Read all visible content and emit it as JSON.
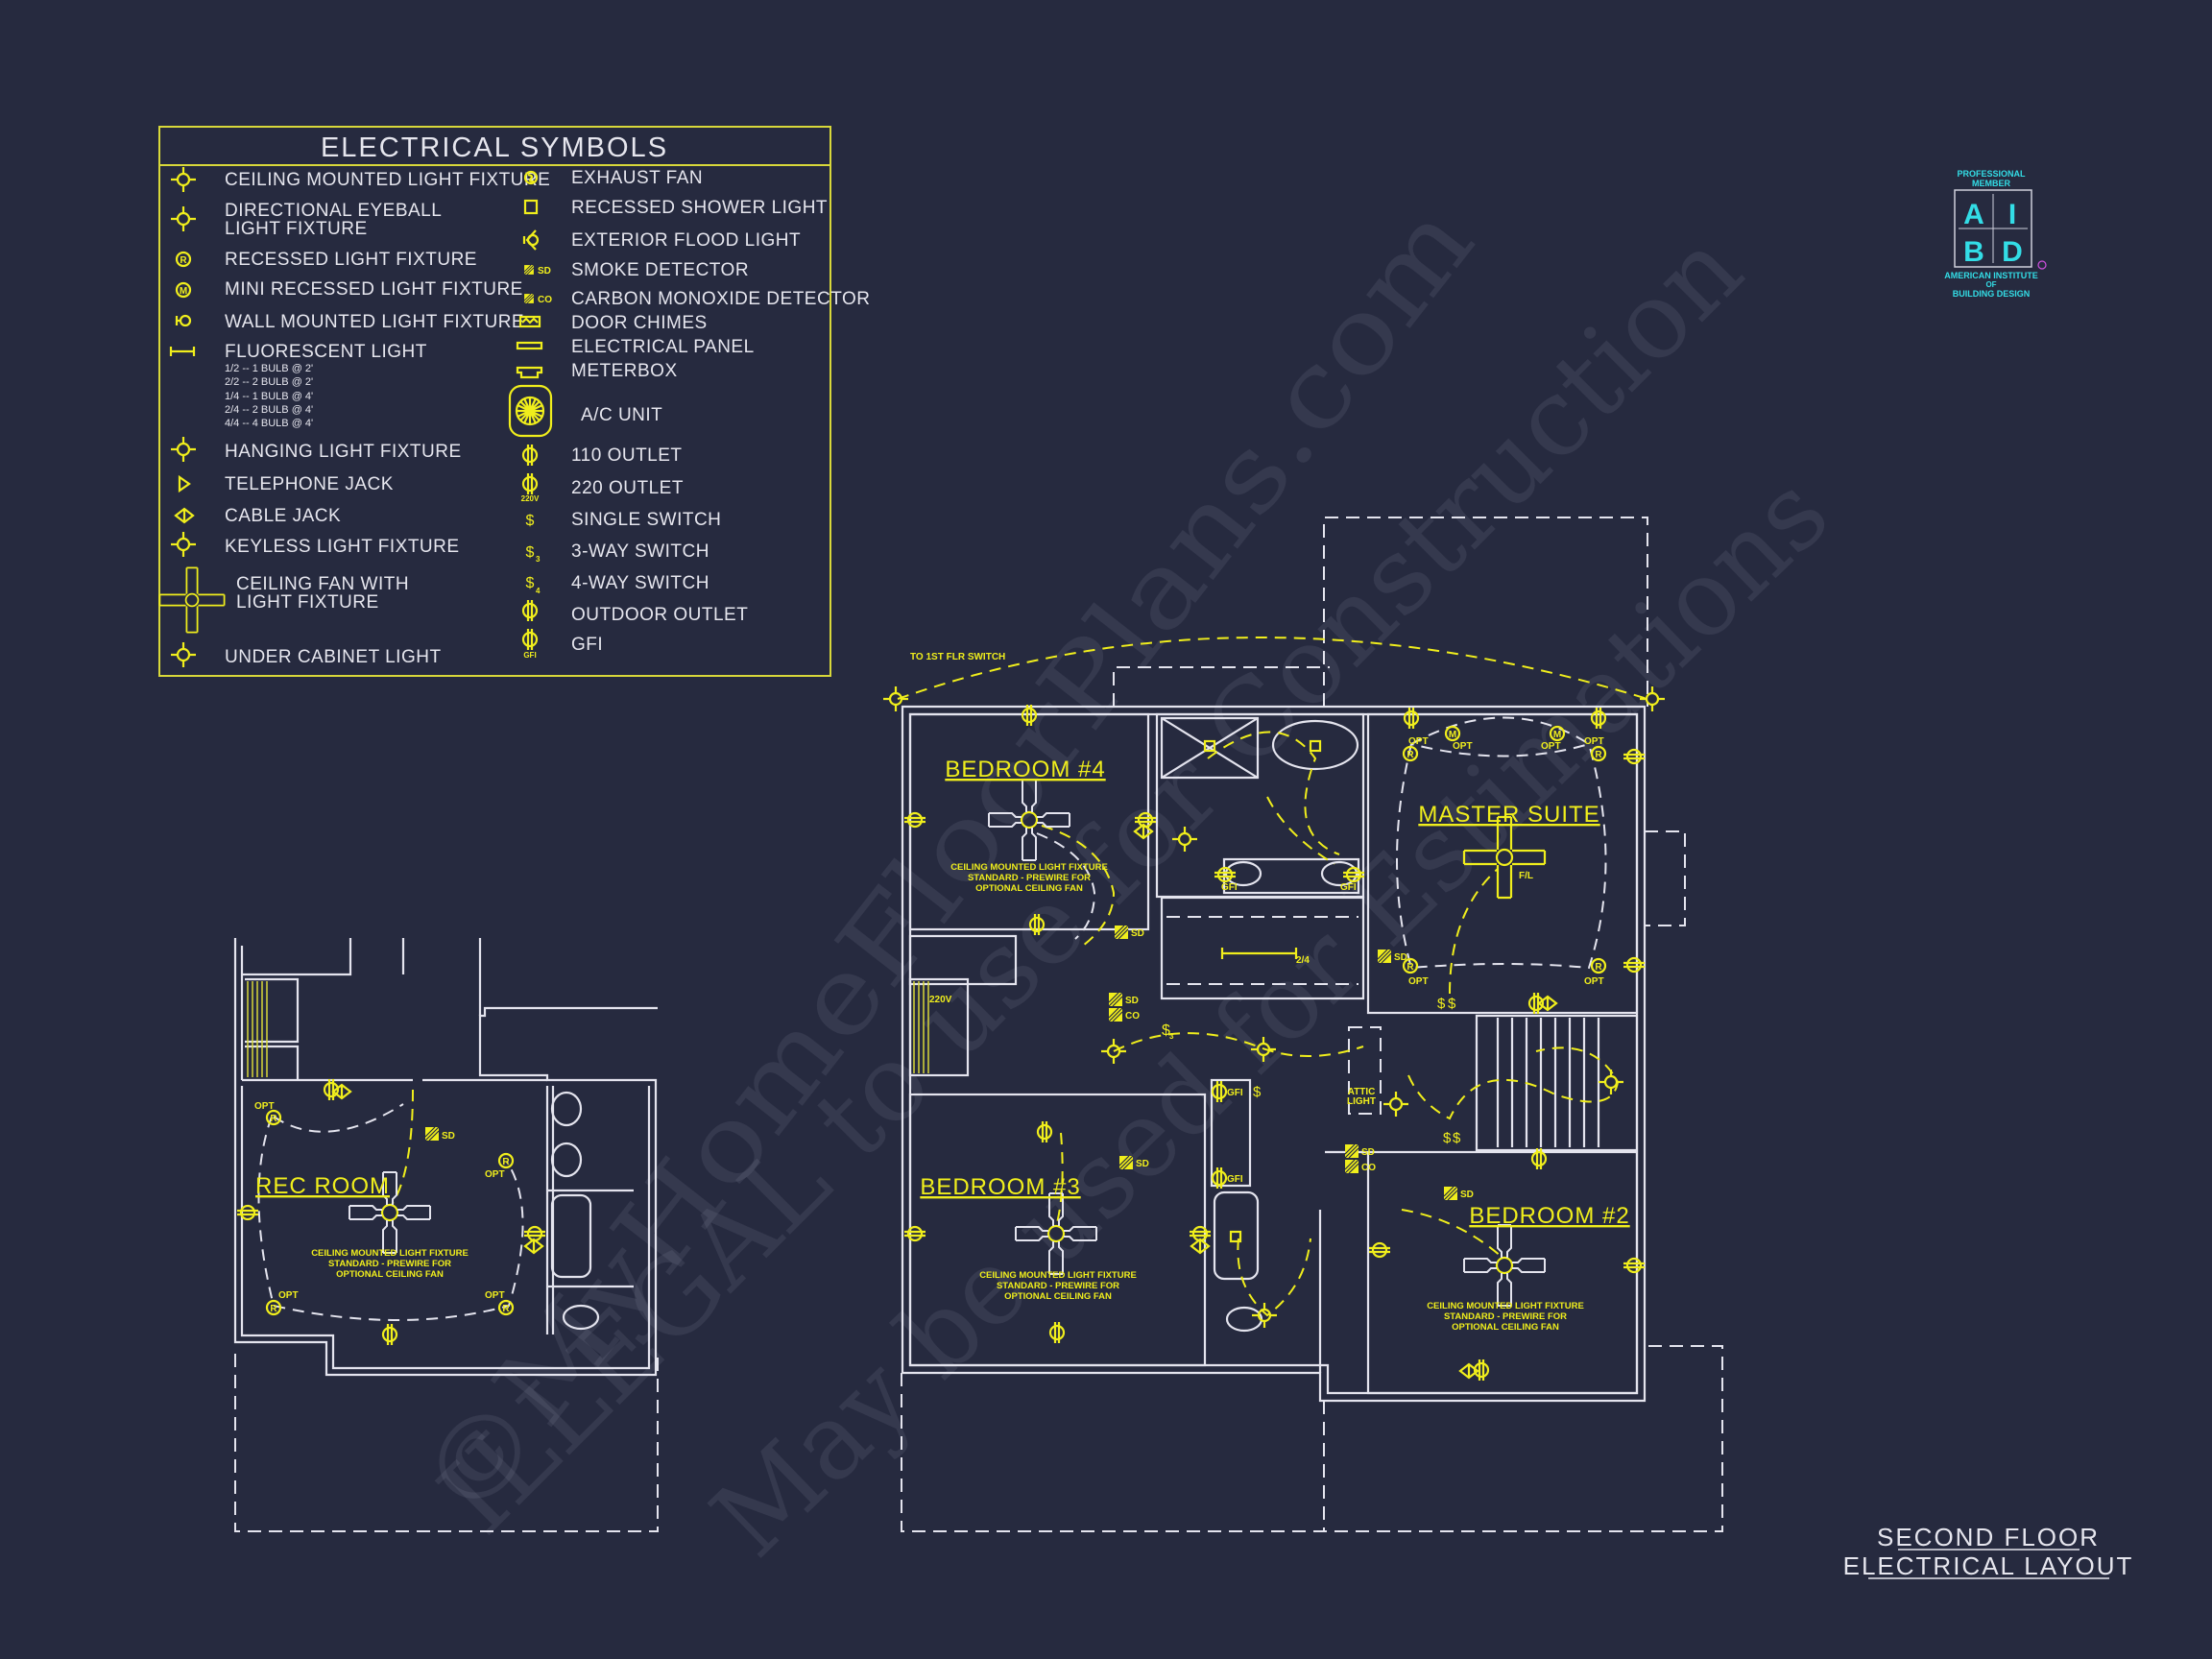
{
  "legend": {
    "title": "ELECTRICAL SYMBOLS",
    "left": [
      {
        "icon": "ceiling-light-icon",
        "label": "CEILING MOUNTED LIGHT FIXTURE"
      },
      {
        "icon": "eyeball-light-icon",
        "label": "DIRECTIONAL EYEBALL",
        "label2": "LIGHT FIXTURE"
      },
      {
        "icon": "recessed-light-icon",
        "label": "RECESSED LIGHT FIXTURE"
      },
      {
        "icon": "mini-recessed-light-icon",
        "label": "MINI RECESSED LIGHT FIXTURE"
      },
      {
        "icon": "wall-light-icon",
        "label": "WALL MOUNTED LIGHT FIXTURE"
      },
      {
        "icon": "fluorescent-light-icon",
        "label": "FLUORESCENT LIGHT",
        "sub": [
          "1/2 -- 1 BULB @ 2'",
          "2/2 -- 2 BULB @ 2'",
          "1/4 -- 1 BULB @ 4'",
          "2/4 -- 2 BULB @ 4'",
          "4/4 -- 4 BULB @ 4'"
        ]
      },
      {
        "icon": "hanging-light-icon",
        "label": "HANGING LIGHT FIXTURE"
      },
      {
        "icon": "telephone-jack-icon",
        "label": "TELEPHONE JACK"
      },
      {
        "icon": "cable-jack-icon",
        "label": "CABLE JACK"
      },
      {
        "icon": "keyless-light-icon",
        "label": "KEYLESS LIGHT FIXTURE"
      },
      {
        "icon": "ceiling-fan-icon",
        "label": "CEILING FAN WITH",
        "label2": "LIGHT FIXTURE"
      },
      {
        "icon": "under-cabinet-light-icon",
        "label": "UNDER CABINET LIGHT"
      }
    ],
    "right": [
      {
        "icon": "exhaust-fan-icon",
        "label": "EXHAUST FAN"
      },
      {
        "icon": "shower-light-icon",
        "label": "RECESSED SHOWER LIGHT"
      },
      {
        "icon": "flood-light-icon",
        "label": "EXTERIOR FLOOD LIGHT"
      },
      {
        "icon": "smoke-detector-icon",
        "label": "SMOKE DETECTOR"
      },
      {
        "icon": "co-detector-icon",
        "label": "CARBON MONOXIDE DETECTOR"
      },
      {
        "icon": "door-chimes-icon",
        "label": "DOOR CHIMES"
      },
      {
        "icon": "electrical-panel-icon",
        "label": "ELECTRICAL PANEL"
      },
      {
        "icon": "meterbox-icon",
        "label": "METERBOX"
      },
      {
        "icon": "ac-unit-icon",
        "label": "A/C UNIT"
      },
      {
        "icon": "outlet-110-icon",
        "label": "110 OUTLET"
      },
      {
        "icon": "outlet-220-icon",
        "label": "220 OUTLET"
      },
      {
        "icon": "single-switch-icon",
        "label": "SINGLE SWITCH"
      },
      {
        "icon": "three-way-switch-icon",
        "label": "3-WAY SWITCH"
      },
      {
        "icon": "four-way-switch-icon",
        "label": "4-WAY SWITCH"
      },
      {
        "icon": "outdoor-outlet-icon",
        "label": "OUTDOOR OUTLET"
      },
      {
        "icon": "gfi-outlet-icon",
        "label": "GFI"
      }
    ]
  },
  "logo": {
    "top1": "PROFESSIONAL",
    "top2": "MEMBER",
    "bottom1": "AMERICAN INSTITUTE",
    "bottom2": "OF",
    "bottom3": "BUILDING DESIGN",
    "lettering": "AIBD",
    "accent": "#33dde6"
  },
  "plan": {
    "rooms": {
      "bedroom4": "BEDROOM #4",
      "master": "MASTER SUITE",
      "bedroom3": "BEDROOM #3",
      "bedroom2": "BEDROOM #2",
      "rec": "REC ROOM"
    },
    "fan_note": [
      "CEILING MOUNTED LIGHT FIXTURE",
      "STANDARD - PREWIRE FOR",
      "OPTIONAL CEILING FAN"
    ],
    "to_switch": "TO 1ST FLR SWITCH",
    "attic": [
      "ATTIC",
      "LIGHT"
    ],
    "markers": {
      "opt": "OPT",
      "sd": "SD",
      "co": "CO",
      "gfi": "GFI",
      "fl": "F/L",
      "fluor": "2/4",
      "v220": "220V",
      "sw": "$",
      "sw3": "3"
    }
  },
  "drawing_title": {
    "line1": "SECOND FLOOR",
    "line2": "ELECTRICAL LAYOUT"
  },
  "watermarks": [
    "©MyHomeFloorPlans.com",
    "ILLEGAL to use for Construction",
    "May be used for Estimations"
  ],
  "colors": {
    "background": "#262a3f",
    "lines": "#e4e4ee",
    "electrical": "#f0ee1c"
  }
}
